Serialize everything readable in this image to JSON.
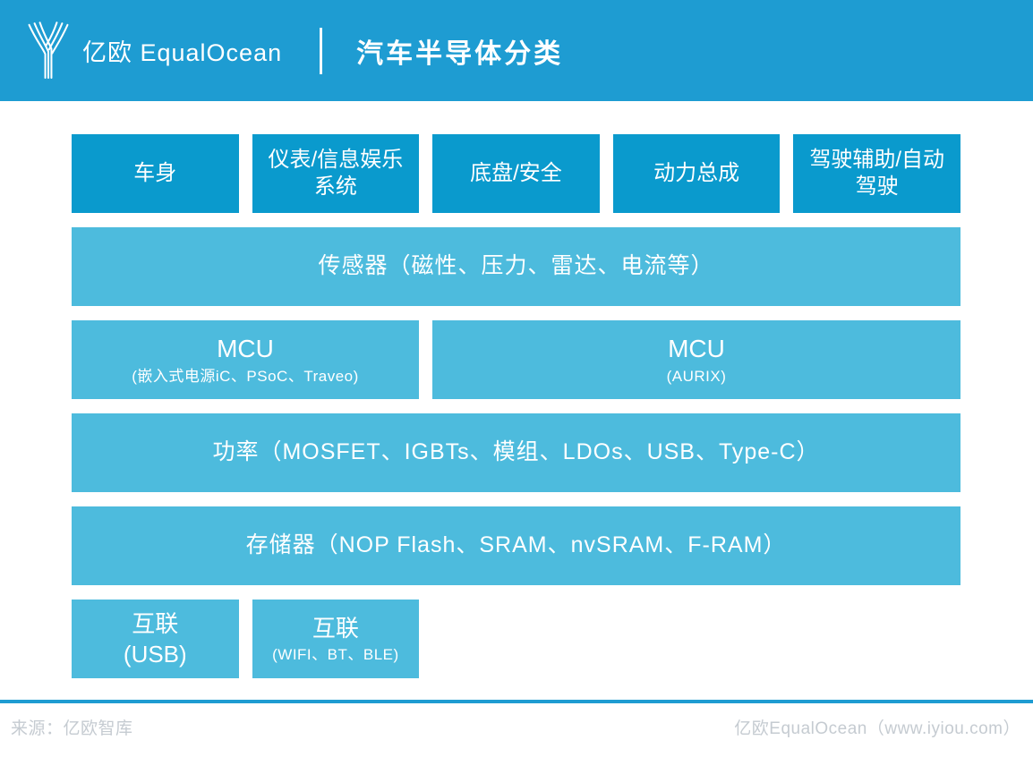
{
  "theme": {
    "header_bg": "#1e9cd2",
    "dark_box_bg": "#0a9acd",
    "light_box_bg": "#4dbbdd",
    "box_text_color": "#ffffff",
    "footer_text_color": "#c5cbd1",
    "footer_rule_color": "#1e9cd2"
  },
  "header": {
    "brand": "亿欧 EqualOcean",
    "title": "汽车半导体分类"
  },
  "diagram": {
    "categories": [
      "车身",
      "仪表/信息娱乐系统",
      "底盘/安全",
      "动力总成",
      "驾驶辅助/自动驾驶"
    ],
    "sensor_label": "传感器（磁性、压力、雷达、电流等）",
    "mcu_left": {
      "title": "MCU",
      "subtitle": "(嵌入式电源iC、PSoC、Traveo)"
    },
    "mcu_right": {
      "title": "MCU",
      "subtitle": "(AURIX)"
    },
    "power_label": "功率（MOSFET、IGBTs、模组、LDOs、USB、Type-C）",
    "memory_label": "存储器（NOP Flash、SRAM、nvSRAM、F-RAM）",
    "conn_left": {
      "title": "互联",
      "subtitle": "(USB)"
    },
    "conn_right": {
      "title": "互联",
      "subtitle": "(WIFI、BT、BLE)"
    }
  },
  "footer": {
    "source": "来源：亿欧智库",
    "site": "亿欧EqualOcean（www.iyiou.com）"
  }
}
